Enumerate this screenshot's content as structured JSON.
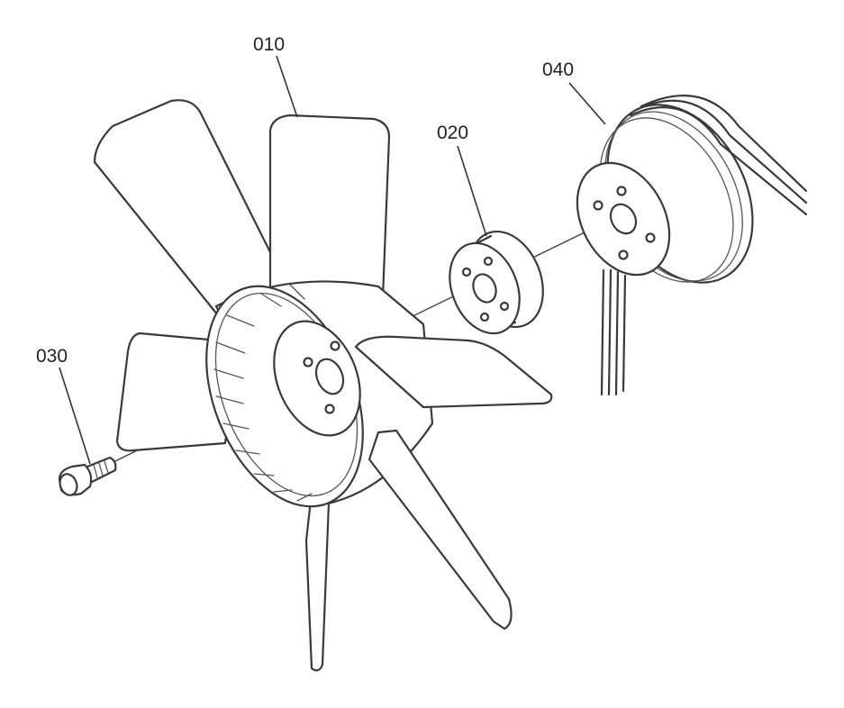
{
  "labels": {
    "fan": "010",
    "spacer": "020",
    "bolt": "030",
    "pulley": "040"
  },
  "colors": {
    "ink": "#3a3a3a",
    "paper": "#ffffff"
  }
}
